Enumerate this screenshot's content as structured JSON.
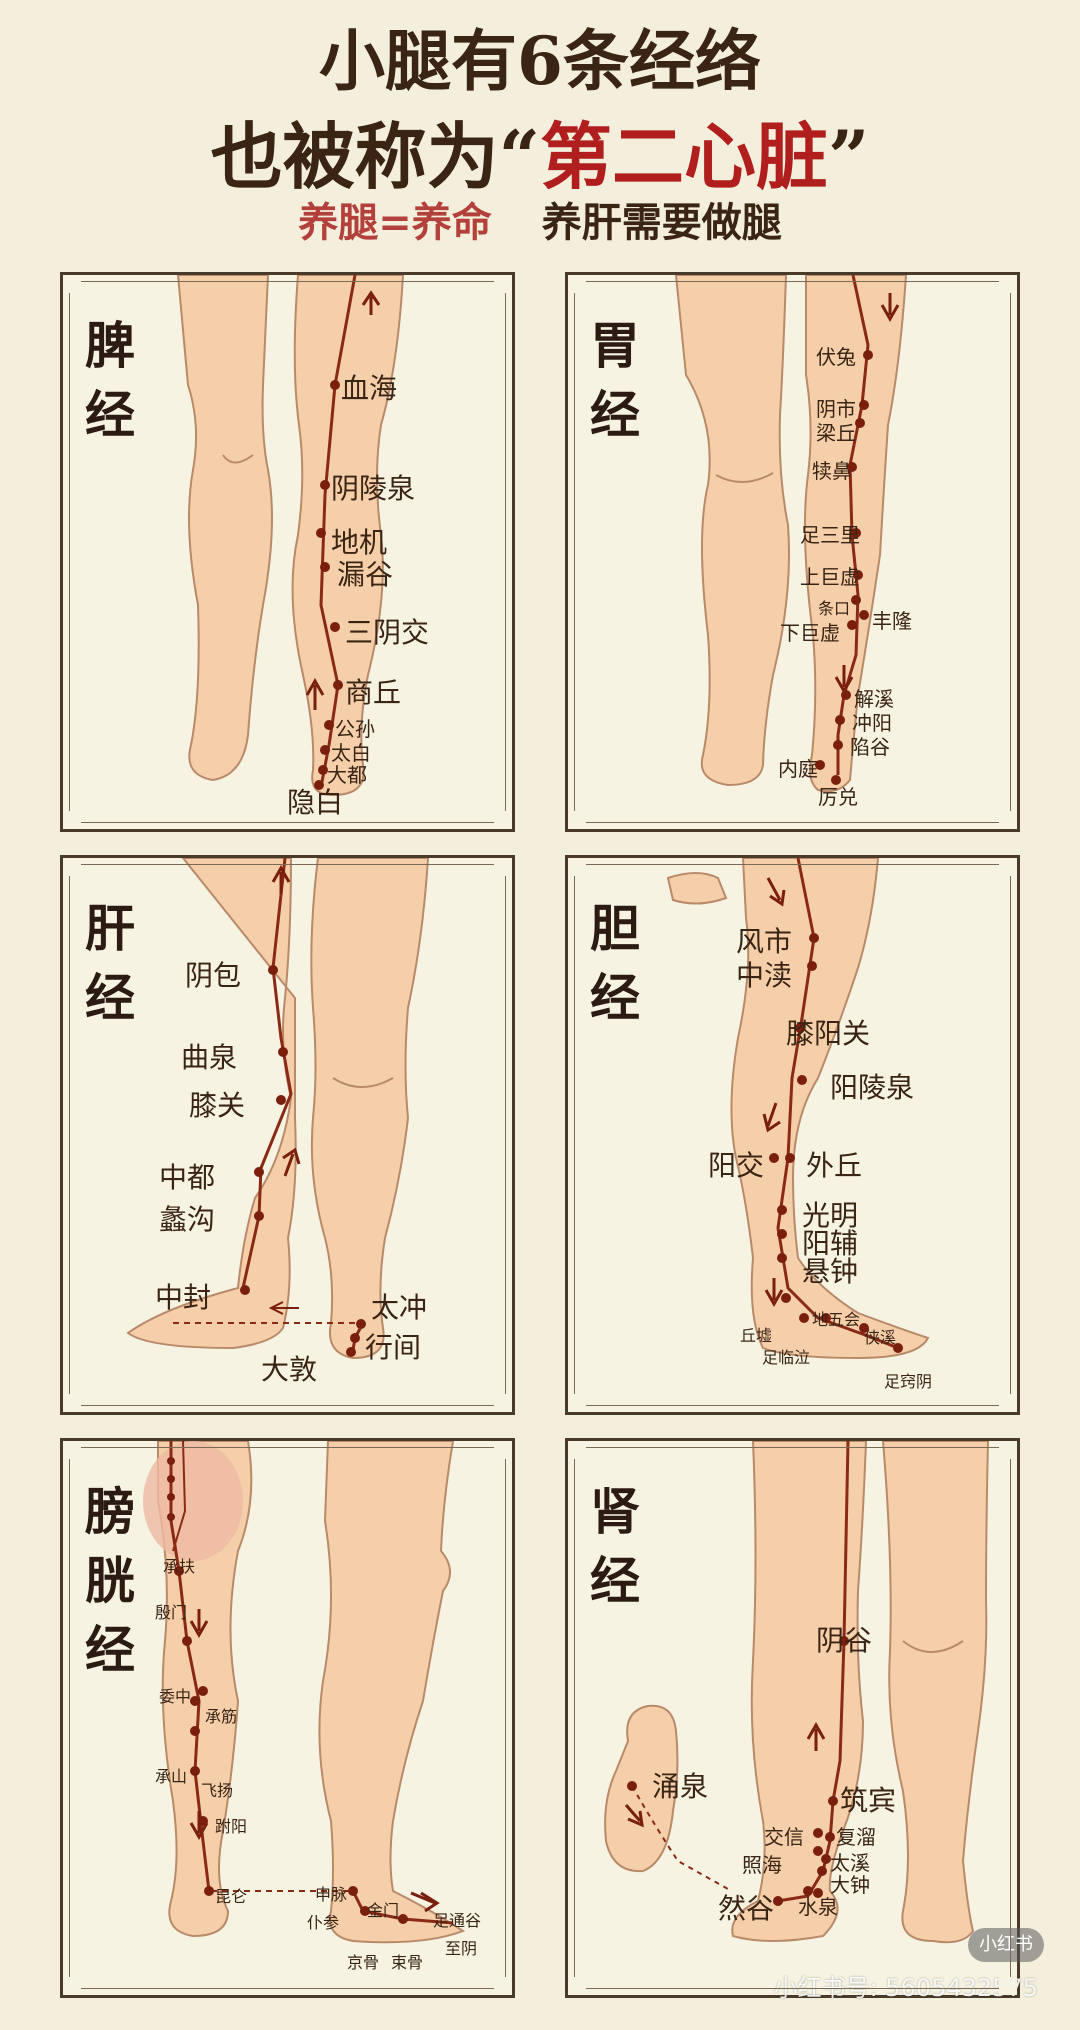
{
  "header": {
    "title_line1": "小腿有6条经络",
    "title_line2_prefix": "也被称为“",
    "title_line2_highlight": "第二心脏",
    "title_line2_suffix": "”",
    "subtitle_left": "养腿=养命",
    "subtitle_right": "养肝需要做腿"
  },
  "colors": {
    "title": "#3a2414",
    "highlight": "#b01e1e",
    "skin": "#f4cfaa",
    "meridian": "#8a2a14",
    "background": "#f3efdc"
  },
  "panels": [
    {
      "name_chars": [
        "脾",
        "经"
      ],
      "points": [
        "血海",
        "阴陵泉",
        "地机",
        "漏谷",
        "三阴交",
        "商丘",
        "公孙",
        "太白",
        "大都",
        "隐白"
      ]
    },
    {
      "name_chars": [
        "胃",
        "经"
      ],
      "points": [
        "伏兔",
        "阴市",
        "梁丘",
        "犊鼻",
        "足三里",
        "上巨虚",
        "条口",
        "丰隆",
        "下巨虚",
        "解溪",
        "冲阳",
        "陷谷",
        "内庭",
        "厉兑"
      ]
    },
    {
      "name_chars": [
        "肝",
        "经"
      ],
      "points": [
        "阴包",
        "曲泉",
        "膝关",
        "中都",
        "蠡沟",
        "中封",
        "太冲",
        "行间",
        "大敦"
      ]
    },
    {
      "name_chars": [
        "胆",
        "经"
      ],
      "points": [
        "风市",
        "中渎",
        "膝阳关",
        "阳陵泉",
        "阳交",
        "外丘",
        "光明",
        "阳辅",
        "悬钟",
        "丘墟",
        "地五会",
        "侠溪",
        "足临泣",
        "足窍阴"
      ]
    },
    {
      "name_chars": [
        "膀",
        "胱",
        "经"
      ],
      "points": [
        "承扶",
        "殷门",
        "委中",
        "承筋",
        "承山",
        "飞扬",
        "跗阳",
        "昆仑",
        "仆参",
        "申脉",
        "金门",
        "京骨",
        "束骨",
        "足通谷",
        "至阴"
      ]
    },
    {
      "name_chars": [
        "肾",
        "经"
      ],
      "points": [
        "阴谷",
        "涌泉",
        "筑宾",
        "交信",
        "复溜",
        "照海",
        "太溪",
        "大钟",
        "然谷",
        "水泉"
      ]
    }
  ],
  "watermark": {
    "badge": "小红书",
    "account": "小红书号: 5605432575"
  }
}
